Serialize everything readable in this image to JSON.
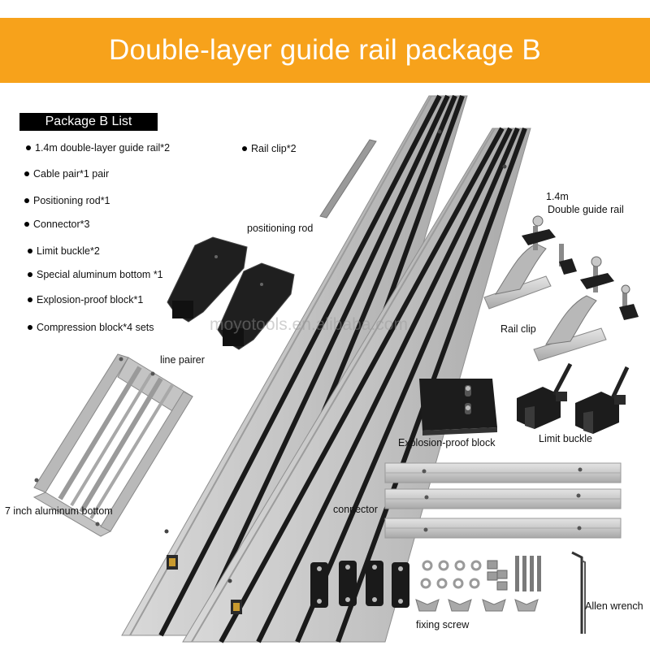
{
  "banner": {
    "title": "Double-layer guide rail package B",
    "color": "#f7a21b"
  },
  "package_list": {
    "header": "Package B List",
    "items": [
      "1.4m double-layer guide rail*2",
      "Cable pair*1 pair",
      "Positioning rod*1",
      "Connector*3",
      "Limit buckle*2",
      "Special aluminum bottom *1",
      "Explosion-proof block*1",
      "Compression block*4 sets"
    ],
    "side_item": "Rail clip*2"
  },
  "labels": {
    "positioning_rod": "positioning rod",
    "rail_length": "1.4m",
    "double_guide_rail": "Double guide rail",
    "rail_clip": "Rail clip",
    "line_pairer": "line pairer",
    "explosion_proof_block": "Explosion-proof block",
    "limit_buckle": "Limit buckle",
    "aluminum_bottom": "7 inch aluminum bottom",
    "connector": "connector",
    "fixing_screw": "fixing screw",
    "allen_wrench": "Allen wrench"
  },
  "watermark": "moyotools.en.alibaba.com"
}
